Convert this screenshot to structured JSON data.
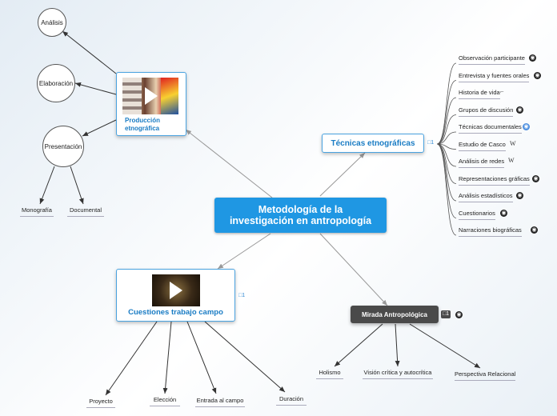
{
  "central": {
    "line1": "Metodología de la",
    "line2": "investigación en antropología"
  },
  "produccion": {
    "title_line1": "Producción",
    "title_line2": "etnográfica"
  },
  "produccion_children": [
    "Análisis",
    "Elaboración",
    "Presentación"
  ],
  "presentacion_children": [
    "Monografía",
    "Documental"
  ],
  "tecnicas": {
    "title": "Técnicas etnográficas",
    "note_count": "1"
  },
  "tecnicas_items": [
    "Observación participante",
    "Entrevista y fuentes orales",
    "Historia de vida",
    "Grupos de discusión",
    "Técnicas documentales",
    "Estudio de Casco",
    "Análisis de redes",
    "Representaciones gráficas",
    "Análisis estadísticos",
    "Cuestionarios",
    "Narraciones biográficas"
  ],
  "tecnicas_icons": [
    "globe-icon",
    "globe-icon",
    "link-icon",
    "globe-icon",
    "blue-globe-icon",
    "wikipedia-icon",
    "wikipedia-icon",
    "globe-icon",
    "globe-icon",
    "globe-icon",
    "globe-icon"
  ],
  "cuestiones": {
    "title": "Cuestiones trabajo campo",
    "note_count": "1"
  },
  "cuestiones_children": [
    "Proyecto",
    "Elección",
    "Entrada al campo",
    "Duración"
  ],
  "mirada": {
    "title": "Mirada Antropológica",
    "note_count": "1"
  },
  "mirada_children": [
    "Holismo",
    "Visión crítica y autocrítica",
    "Perspectiva Relacional"
  ],
  "colors": {
    "accent": "#1f97e3",
    "title_blue": "#1a7cc4",
    "dark_node": "#4a4a4a"
  }
}
